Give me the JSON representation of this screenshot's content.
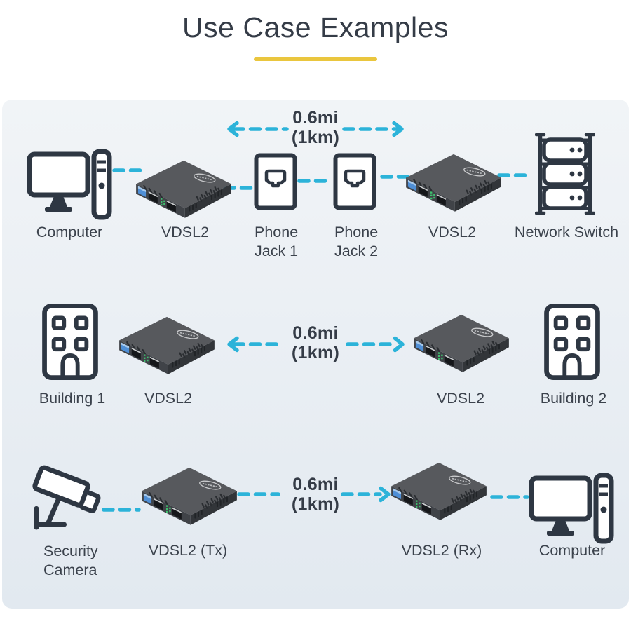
{
  "title": "Use Case Examples",
  "colors": {
    "cyan": "#2cb3d9",
    "yellow": "#eac63e",
    "text": "#3b424c",
    "title": "#353c47",
    "icon": "#2e3743",
    "paneltop": "#f1f4f7",
    "panelbottom": "#e2e9f0",
    "devtop": "#57595d",
    "devleft": "#404348",
    "devright": "#323539",
    "portblue": "#4f8fd6",
    "ledgreen": "#3fbf6e"
  },
  "rows": [
    {
      "distance": "0.6mi\n(1km)",
      "nodes": [
        {
          "icon": "computer",
          "label": "Computer"
        },
        {
          "icon": "vdsl2-extender",
          "label": "VDSL2"
        },
        {
          "icon": "phone-jack",
          "label": "Phone\nJack 1"
        },
        {
          "icon": "phone-jack",
          "label": "Phone\nJack 2"
        },
        {
          "icon": "vdsl2-extender",
          "label": "VDSL2"
        },
        {
          "icon": "network-switch",
          "label": "Network Switch"
        }
      ]
    },
    {
      "distance": "0.6mi\n(1km)",
      "nodes": [
        {
          "icon": "building",
          "label": "Building 1"
        },
        {
          "icon": "vdsl2-extender",
          "label": "VDSL2"
        },
        {
          "icon": "vdsl2-extender",
          "label": "VDSL2"
        },
        {
          "icon": "building",
          "label": "Building 2"
        }
      ]
    },
    {
      "distance": "0.6mi\n(1km)",
      "nodes": [
        {
          "icon": "security-camera",
          "label": "Security\nCamera"
        },
        {
          "icon": "vdsl2-extender",
          "label": "VDSL2 (Tx)"
        },
        {
          "icon": "vdsl2-extender",
          "label": "VDSL2 (Rx)"
        },
        {
          "icon": "computer",
          "label": "Computer"
        }
      ]
    }
  ]
}
